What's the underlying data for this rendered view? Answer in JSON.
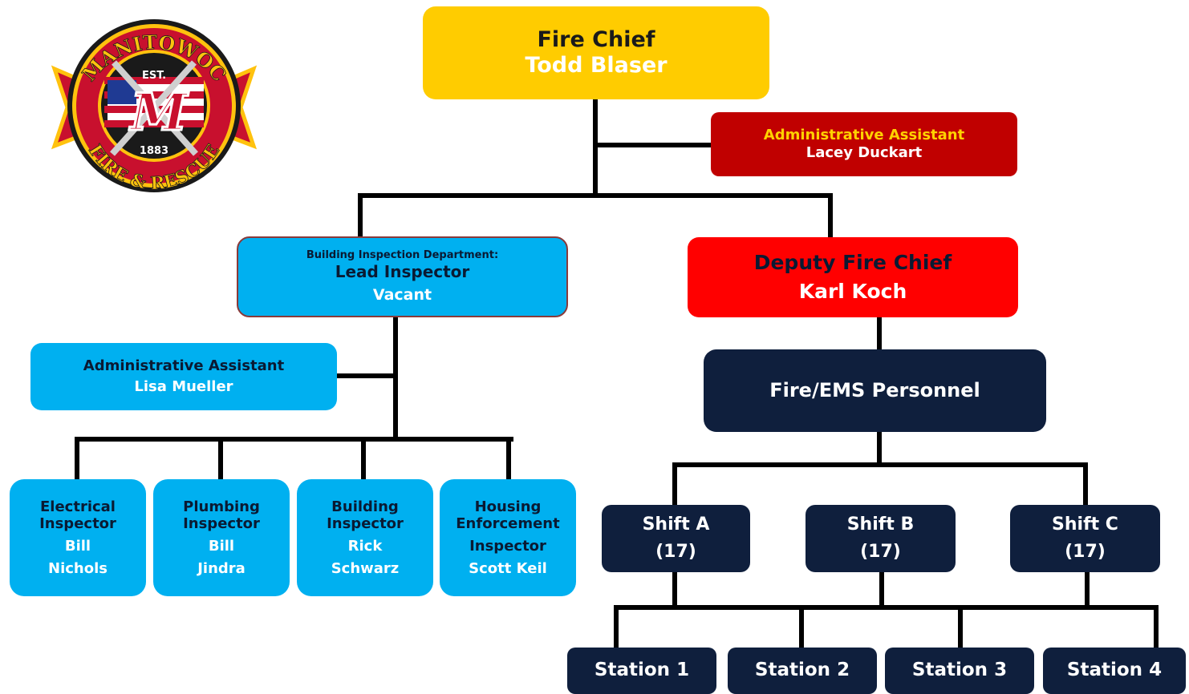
{
  "logo": {
    "top_text": "MANITOWOC",
    "est": "EST.",
    "letter": "M",
    "year": "1883",
    "bottom_text": "FIRE & RESCUE"
  },
  "chief": {
    "title": "Fire Chief",
    "name": "Todd Blaser"
  },
  "chief_admin": {
    "title": "Administrative Assistant",
    "name": "Lacey Duckart"
  },
  "building": {
    "dept": "Building Inspection Department:",
    "title": "Lead Inspector",
    "name": "Vacant"
  },
  "deputy": {
    "title": "Deputy Fire Chief",
    "name": "Karl Koch"
  },
  "building_admin": {
    "title": "Administrative Assistant",
    "name": "Lisa Mueller"
  },
  "inspectors": [
    {
      "line1": "Electrical",
      "line2": "Inspector",
      "name1": "Bill",
      "name2": "Nichols"
    },
    {
      "line1": "Plumbing",
      "line2": "Inspector",
      "name1": "Bill",
      "name2": "Jindra"
    },
    {
      "line1": "Building",
      "line2": "Inspector",
      "name1": "Rick",
      "name2": "Schwarz"
    },
    {
      "line1": "Housing",
      "line2": "Enforcement",
      "line3": "Inspector",
      "name1": "Scott Keil"
    }
  ],
  "personnel": {
    "title": "Fire/EMS Personnel"
  },
  "shifts": [
    {
      "name": "Shift A",
      "count": "(17)"
    },
    {
      "name": "Shift B",
      "count": "(17)"
    },
    {
      "name": "Shift C",
      "count": "(17)"
    }
  ],
  "stations": [
    "Station 1",
    "Station 2",
    "Station 3",
    "Station 4"
  ],
  "colors": {
    "chief": "#FFCC00",
    "admin_red": "#C00000",
    "deputy_red": "#FF0000",
    "building_blue": "#00B0F0",
    "navy": "#0F1F3D",
    "connector": "#000000"
  }
}
